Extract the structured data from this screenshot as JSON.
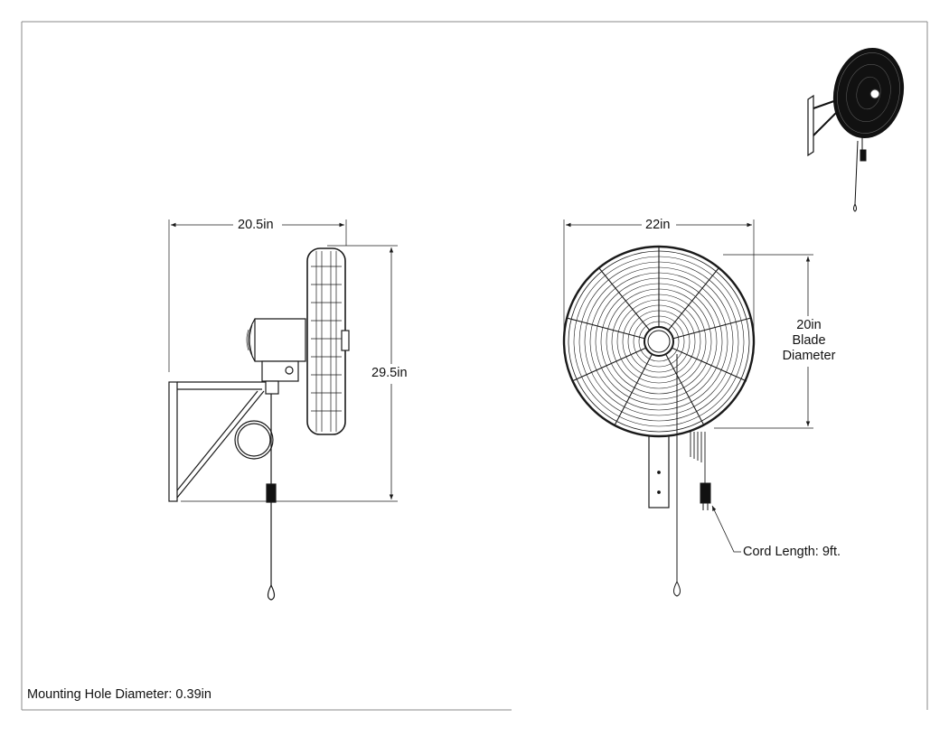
{
  "dimensions": {
    "side_width": "20.5in",
    "side_height": "29.5in",
    "front_width": "22in",
    "blade_value": "20in",
    "blade_line1": "Blade",
    "blade_line2": "Diameter",
    "cord": "Cord Length: 9ft."
  },
  "footer": {
    "mounting_hole": "Mounting Hole Diameter: 0.39in"
  },
  "colors": {
    "line": "#1a1a1a",
    "border": "#888888",
    "fill_dark": "#111111"
  }
}
